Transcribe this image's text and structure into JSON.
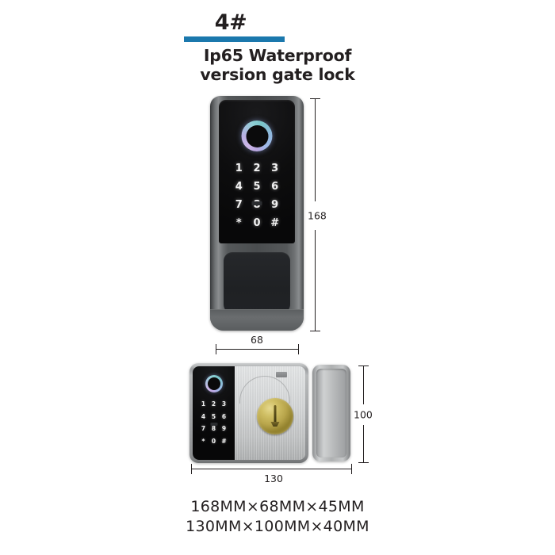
{
  "header": {
    "number": "4#",
    "accent_color": "#1b78ad",
    "title_line1": "Ip65 Waterproof",
    "title_line2": "version gate lock"
  },
  "front_view": {
    "name": "front-face-lock",
    "fingerprint_label": "fingerprint-sensor",
    "keypad": [
      "1",
      "2",
      "3",
      "4",
      "5",
      "6",
      "7",
      "8",
      "9",
      "*",
      "0",
      "#"
    ],
    "dimensions": {
      "height_label": "168",
      "width_label": "68"
    }
  },
  "rim_view": {
    "name": "rim-lock-body",
    "keypad": [
      "1",
      "2",
      "3",
      "4",
      "5",
      "6",
      "7",
      "8",
      "9",
      "*",
      "0",
      "#"
    ],
    "dimensions": {
      "height_label": "100",
      "width_label": "130"
    }
  },
  "specs": {
    "line1": "168MM×68MM×45MM",
    "line2": "130MM×100MM×40MM"
  }
}
